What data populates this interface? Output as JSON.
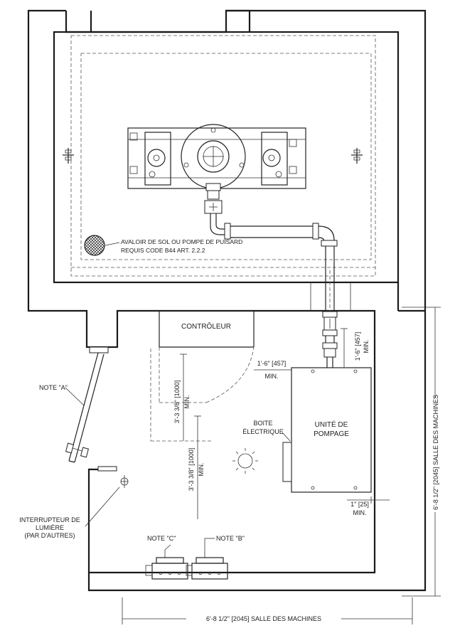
{
  "labels": {
    "sump_line1": "AVALOIR DE SOL OU POMPE DE PUISARD",
    "sump_line2": "REQUIS CODE B44 ART. 2.2.2",
    "controller": "CONTRÔLEUR",
    "note_a": "NOTE \"A\"",
    "note_b": "NOTE \"B\"",
    "note_c": "NOTE \"C\"",
    "electrical_box_line1": "BOîTE",
    "electrical_box_line2": "ÉLECTRIQUE",
    "pump_unit_line1": "UNITÉ DE",
    "pump_unit_line2": "POMPAGE",
    "switch_line1": "INTERRUPTEUR DE",
    "switch_line2": "LUMIÈRE",
    "switch_line3": "(PAR D'AUTRES)"
  },
  "dimensions": {
    "clear_front_value": "1'-6\" [457]",
    "clear_front_min": "MIN.",
    "clear_vertical_value": "1'-6\" [457]",
    "clear_vertical_min": "MIN.",
    "door_swing_value": "3'-3 3/8\" [1000]",
    "door_swing_min": "MIN.",
    "door_clear_value": "3'-3 3/8\" [1000]",
    "door_clear_min": "MIN.",
    "side_clear_value": "1\" [25]",
    "side_clear_min": "MIN.",
    "room_depth": "6'-8 1/2\" [2045] SALLE DES MACHINES",
    "room_width": "6'-8 1/2\" [2045] SALLE DES MACHINES"
  }
}
